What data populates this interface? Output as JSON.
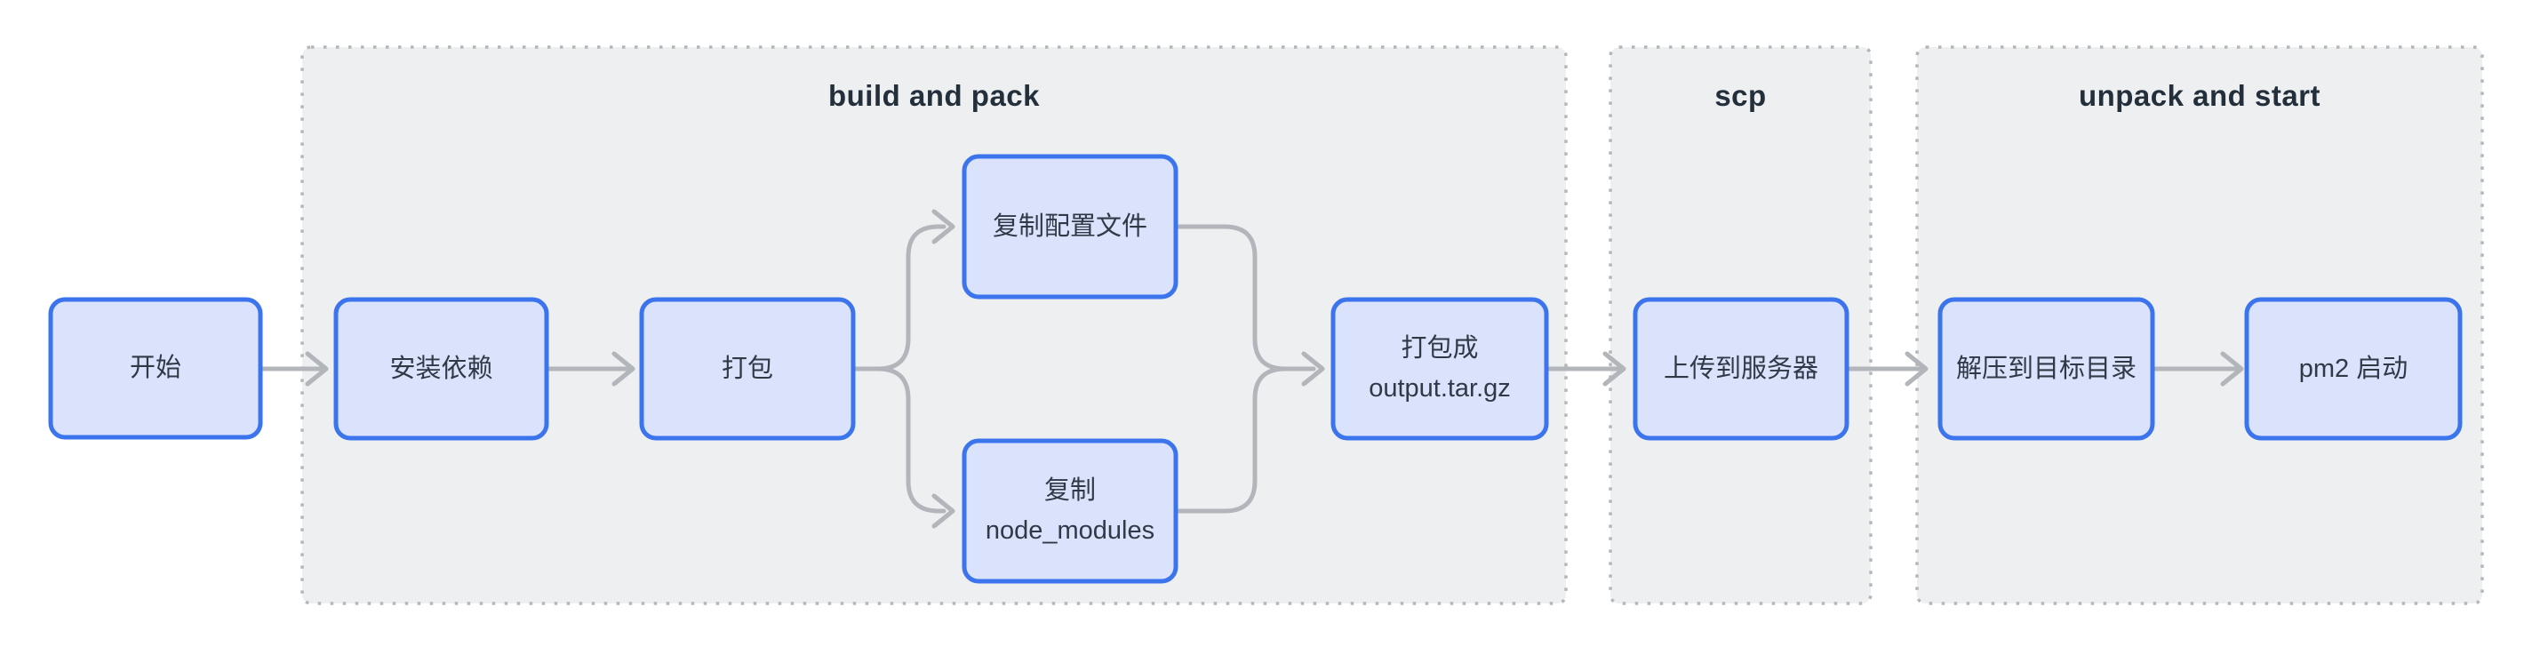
{
  "diagram": {
    "type": "flowchart",
    "direction": "LR",
    "colors": {
      "canvas_bg": "#ffffff",
      "subgraph_fill": "#edeff1",
      "subgraph_border": "#b4b7ba",
      "node_fill": "#dbe3fc",
      "node_border": "#3b74ec",
      "edge": "#b2b5b9",
      "node_text": "#303a47",
      "title_text": "#242f3c"
    },
    "subgraphs": [
      {
        "id": "build-and-pack",
        "title": "build and pack"
      },
      {
        "id": "scp",
        "title": "scp"
      },
      {
        "id": "unpack-and-start",
        "title": "unpack and start"
      }
    ],
    "nodes": [
      {
        "id": "start",
        "label": "开始",
        "subgraph": null
      },
      {
        "id": "install-deps",
        "label": "安装依赖",
        "subgraph": "build-and-pack"
      },
      {
        "id": "build",
        "label": "打包",
        "subgraph": "build-and-pack"
      },
      {
        "id": "copy-config",
        "label": "复制配置文件",
        "subgraph": "build-and-pack"
      },
      {
        "id": "copy-node-modules",
        "label": "复制\nnode_modules",
        "subgraph": "build-and-pack"
      },
      {
        "id": "pack-output",
        "label": "打包成\noutput.tar.gz",
        "subgraph": "build-and-pack"
      },
      {
        "id": "upload-to-server",
        "label": "上传到服务器",
        "subgraph": "scp"
      },
      {
        "id": "extract-to-target",
        "label": "解压到目标目录",
        "subgraph": "unpack-and-start"
      },
      {
        "id": "pm2-start",
        "label": "pm2 启动",
        "subgraph": "unpack-and-start"
      }
    ],
    "edges": [
      {
        "from": "start",
        "to": "install-deps"
      },
      {
        "from": "install-deps",
        "to": "build"
      },
      {
        "from": "build",
        "to": "copy-config"
      },
      {
        "from": "build",
        "to": "copy-node-modules"
      },
      {
        "from": "copy-config",
        "to": "pack-output"
      },
      {
        "from": "copy-node-modules",
        "to": "pack-output"
      },
      {
        "from": "pack-output",
        "to": "upload-to-server"
      },
      {
        "from": "upload-to-server",
        "to": "extract-to-target"
      },
      {
        "from": "extract-to-target",
        "to": "pm2-start"
      }
    ]
  }
}
